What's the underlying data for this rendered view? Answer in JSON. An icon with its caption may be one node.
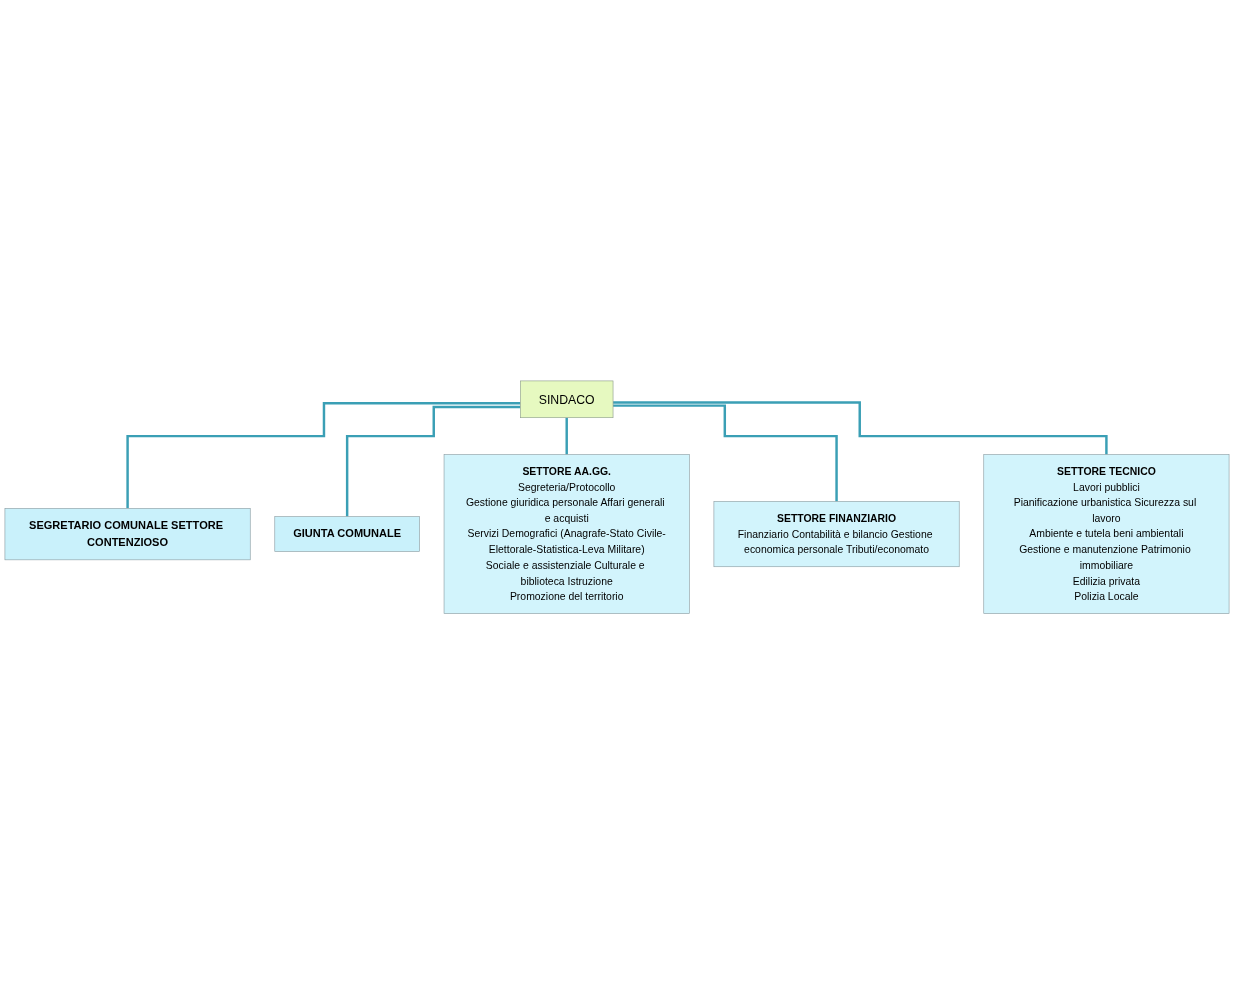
{
  "diagram": {
    "nodes": [
      {
        "text": [
          "SINDACO"
        ]
      },
      {
        "text": [
          "SEGRETARIO COMUNALE SETTORE CONTENZIOSO"
        ]
      },
      {
        "text": [
          "GIUNTA COMUNALE"
        ]
      },
      {
        "text": [
          "SETTORE AA.GG.",
          "Segreteria/Protocollo",
          "Gestione giuridica personale Affari generali e acquisti",
          "Servizi Demografici (Anagrafe-Stato Civile-Elettorale-Statistica-Leva Militare)",
          "Sociale e assistenziale Culturale e biblioteca Istruzione",
          "Promozione del territorio"
        ]
      },
      {
        "text": [
          "SETTORE FINANZIARIO",
          "Finanziario Contabilità e bilancio Gestione economica personale Tributi/economato"
        ]
      },
      {
        "text": [
          "SETTORE TECNICO",
          "Lavori pubblici",
          "Pianificazione urbanistica Sicurezza sul lavoro",
          "Ambiente e tutela beni ambientali",
          "Gestione e manutenzione Patrimonio immobiliare",
          "Edilizia privata",
          "Polizia Locale"
        ]
      }
    ],
    "edges": [
      {
        "from": 0,
        "to": 1,
        "arrow": "none"
      },
      {
        "from": 0,
        "to": 2,
        "arrow": "none"
      },
      {
        "from": 0,
        "to": 3,
        "arrow": "none"
      },
      {
        "from": 0,
        "to": 4,
        "arrow": "none"
      },
      {
        "from": 0,
        "to": 5,
        "arrow": "none"
      }
    ]
  }
}
